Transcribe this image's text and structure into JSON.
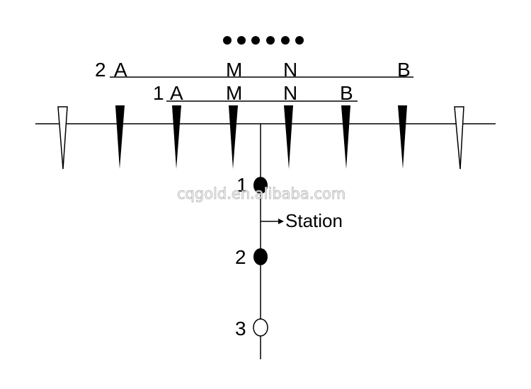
{
  "dots_row": {
    "count": 6
  },
  "row2": {
    "index_label": "2",
    "labels": [
      "A",
      "M",
      "N",
      "B"
    ]
  },
  "row1": {
    "index_label": "1",
    "labels": [
      "A",
      "M",
      "N",
      "B"
    ]
  },
  "electrodes": [
    {
      "style": "hollow"
    },
    {
      "style": "filled"
    },
    {
      "style": "filled"
    },
    {
      "style": "filled"
    },
    {
      "style": "filled"
    },
    {
      "style": "filled"
    },
    {
      "style": "filled"
    },
    {
      "style": "hollow"
    }
  ],
  "stations": [
    {
      "label": "1",
      "style": "filled"
    },
    {
      "label": "2",
      "style": "filled"
    },
    {
      "label": "3",
      "style": "hollow"
    }
  ],
  "station_label": "Station",
  "watermark": "cqgold.en.alibaba.com",
  "colors": {
    "ink": "#000000",
    "background": "#ffffff",
    "watermark_outline": "#b9b9b9"
  }
}
